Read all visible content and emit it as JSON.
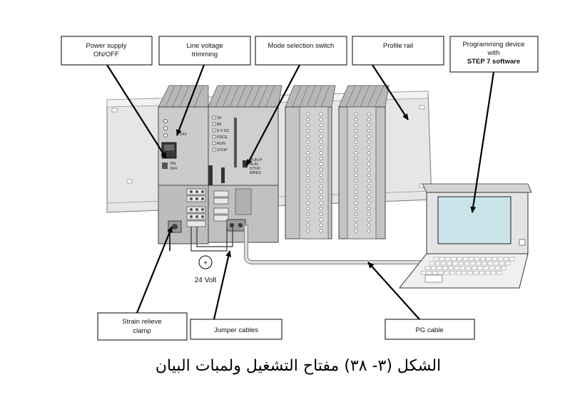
{
  "labels": {
    "power_supply_1": "Power supply",
    "power_supply_2": "ON/OFF",
    "line_voltage_1": "Line voltage",
    "line_voltage_2": "trimming",
    "mode_switch": "Mode selection switch",
    "profile_rail": "Profile rail",
    "programming_1": "Programming device",
    "programming_2": "with",
    "programming_3": "STEP 7 software",
    "strain_1": "Strain relieve",
    "strain_2": "clamp",
    "jumper": "Jumper cables",
    "pg_cable": "PG cable",
    "voltage": "24 Volt",
    "plus_sign": "+"
  },
  "cpu_leds": [
    "SF",
    "BF",
    "5 V DC",
    "FRCE",
    "RUN",
    "STOP"
  ],
  "cpu_mode": [
    "RUN-P",
    "RUN",
    "STOP",
    "MRES"
  ],
  "ps_switch": [
    "ON",
    "OFF"
  ],
  "ps_voltage": "24V",
  "caption": "الشكل (٣-  ٣٨) مفتاح التشغيل ولمبات البيان",
  "colors": {
    "module": "#c8c8c8",
    "module_dark": "#9a9a9a",
    "rail": "#e2e2e2",
    "laptop_screen": "#c9e4e8",
    "cable": "#d8d8d8"
  }
}
